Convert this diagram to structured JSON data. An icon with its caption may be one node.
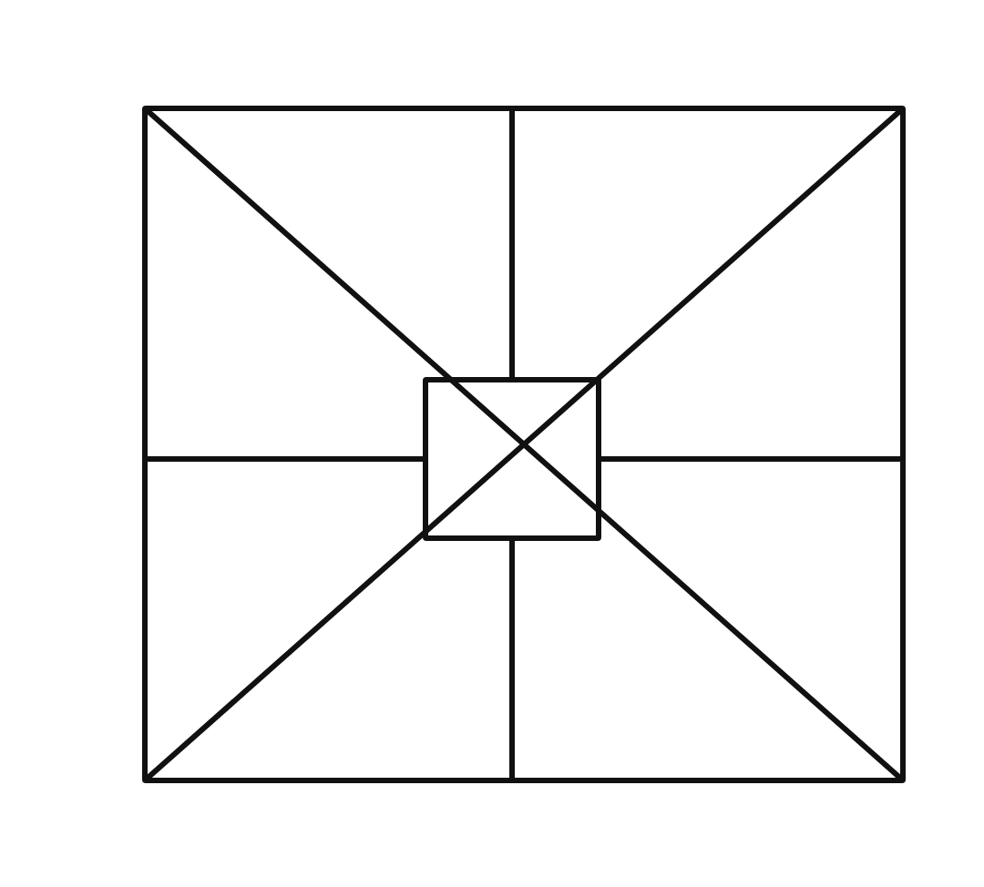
{
  "diagram": {
    "nodes": [
      {
        "text": [],
        "shape": "box"
      },
      {
        "text": [],
        "shape": "box",
        "in": 0
      }
    ],
    "edges": [
      {
        "from": 0,
        "to": 1,
        "arrow": "none"
      },
      {
        "from": 0,
        "to": 1,
        "arrow": "none"
      },
      {
        "from": 1,
        "to": 0,
        "arrow": "none"
      },
      {
        "from": 1,
        "to": 0,
        "arrow": "none"
      }
    ]
  }
}
